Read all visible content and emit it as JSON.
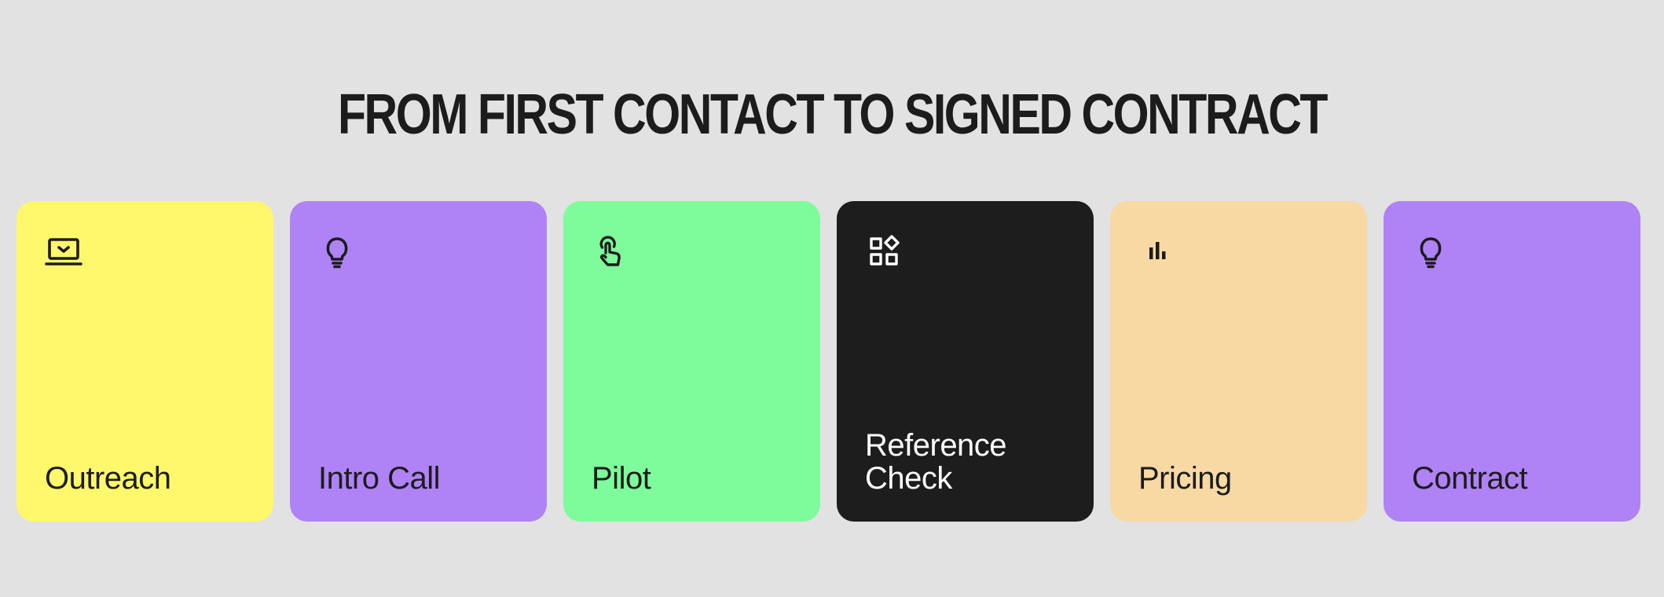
{
  "headline": "FROM FIRST CONTACT TO SIGNED CONTRACT",
  "cards": [
    {
      "label": "Outreach",
      "icon": "laptop-icon",
      "background": "#fff86d",
      "text_color": "#1c1c1c"
    },
    {
      "label": "Intro Call",
      "icon": "lightbulb-icon",
      "background": "#af82f6",
      "text_color": "#1c1c1c"
    },
    {
      "label": "Pilot",
      "icon": "tap-hand-icon",
      "background": "#7efb9a",
      "text_color": "#1c1c1c"
    },
    {
      "label": "Reference\nCheck",
      "icon": "shapes-icon",
      "background": "#1d1d1d",
      "text_color": "#ffffff"
    },
    {
      "label": "Pricing",
      "icon": "bar-chart-icon",
      "background": "#f8d9a4",
      "text_color": "#1c1c1c"
    },
    {
      "label": "Contract",
      "icon": "lightbulb-icon",
      "background": "#af82f6",
      "text_color": "#1c1c1c"
    }
  ]
}
